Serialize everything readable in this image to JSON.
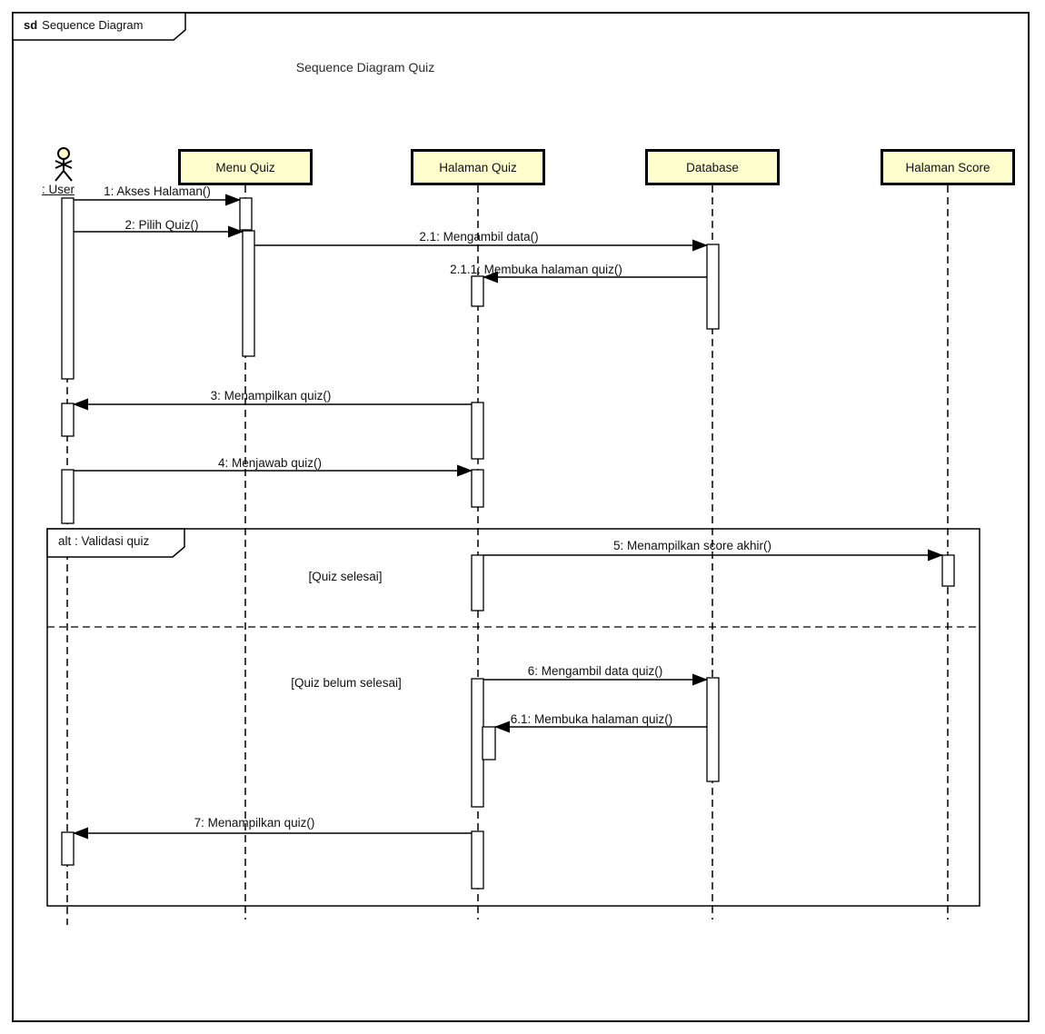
{
  "frame": {
    "keyword": "sd",
    "name": "Sequence Diagram"
  },
  "title": "Sequence Diagram Quiz",
  "actor": {
    "label": ": User"
  },
  "lifelines": [
    {
      "label": "Menu Quiz"
    },
    {
      "label": "Halaman Quiz"
    },
    {
      "label": "Database"
    },
    {
      "label": "Halaman Score"
    }
  ],
  "messages": [
    {
      "label": "1: Akses Halaman()"
    },
    {
      "label": "2: Pilih Quiz()"
    },
    {
      "label": "2.1: Mengambil data()"
    },
    {
      "label": "2.1.1: Membuka halaman quiz()"
    },
    {
      "label": "3: Menampilkan quiz()"
    },
    {
      "label": "4: Menjawab quiz()"
    },
    {
      "label": "5: Menampilkan score akhir()"
    },
    {
      "label": "6: Mengambil data quiz()"
    },
    {
      "label": "6.1: Membuka halaman quiz()"
    },
    {
      "label": "7: Menampilkan quiz()"
    }
  ],
  "fragment": {
    "operator": "alt : Validasi quiz",
    "guards": [
      "[Quiz selesai]",
      "[Quiz belum selesai]"
    ]
  },
  "colors": {
    "lifeline_head_fill": "#FFFFCE",
    "line": "#000000",
    "background": "#FFFFFF"
  }
}
